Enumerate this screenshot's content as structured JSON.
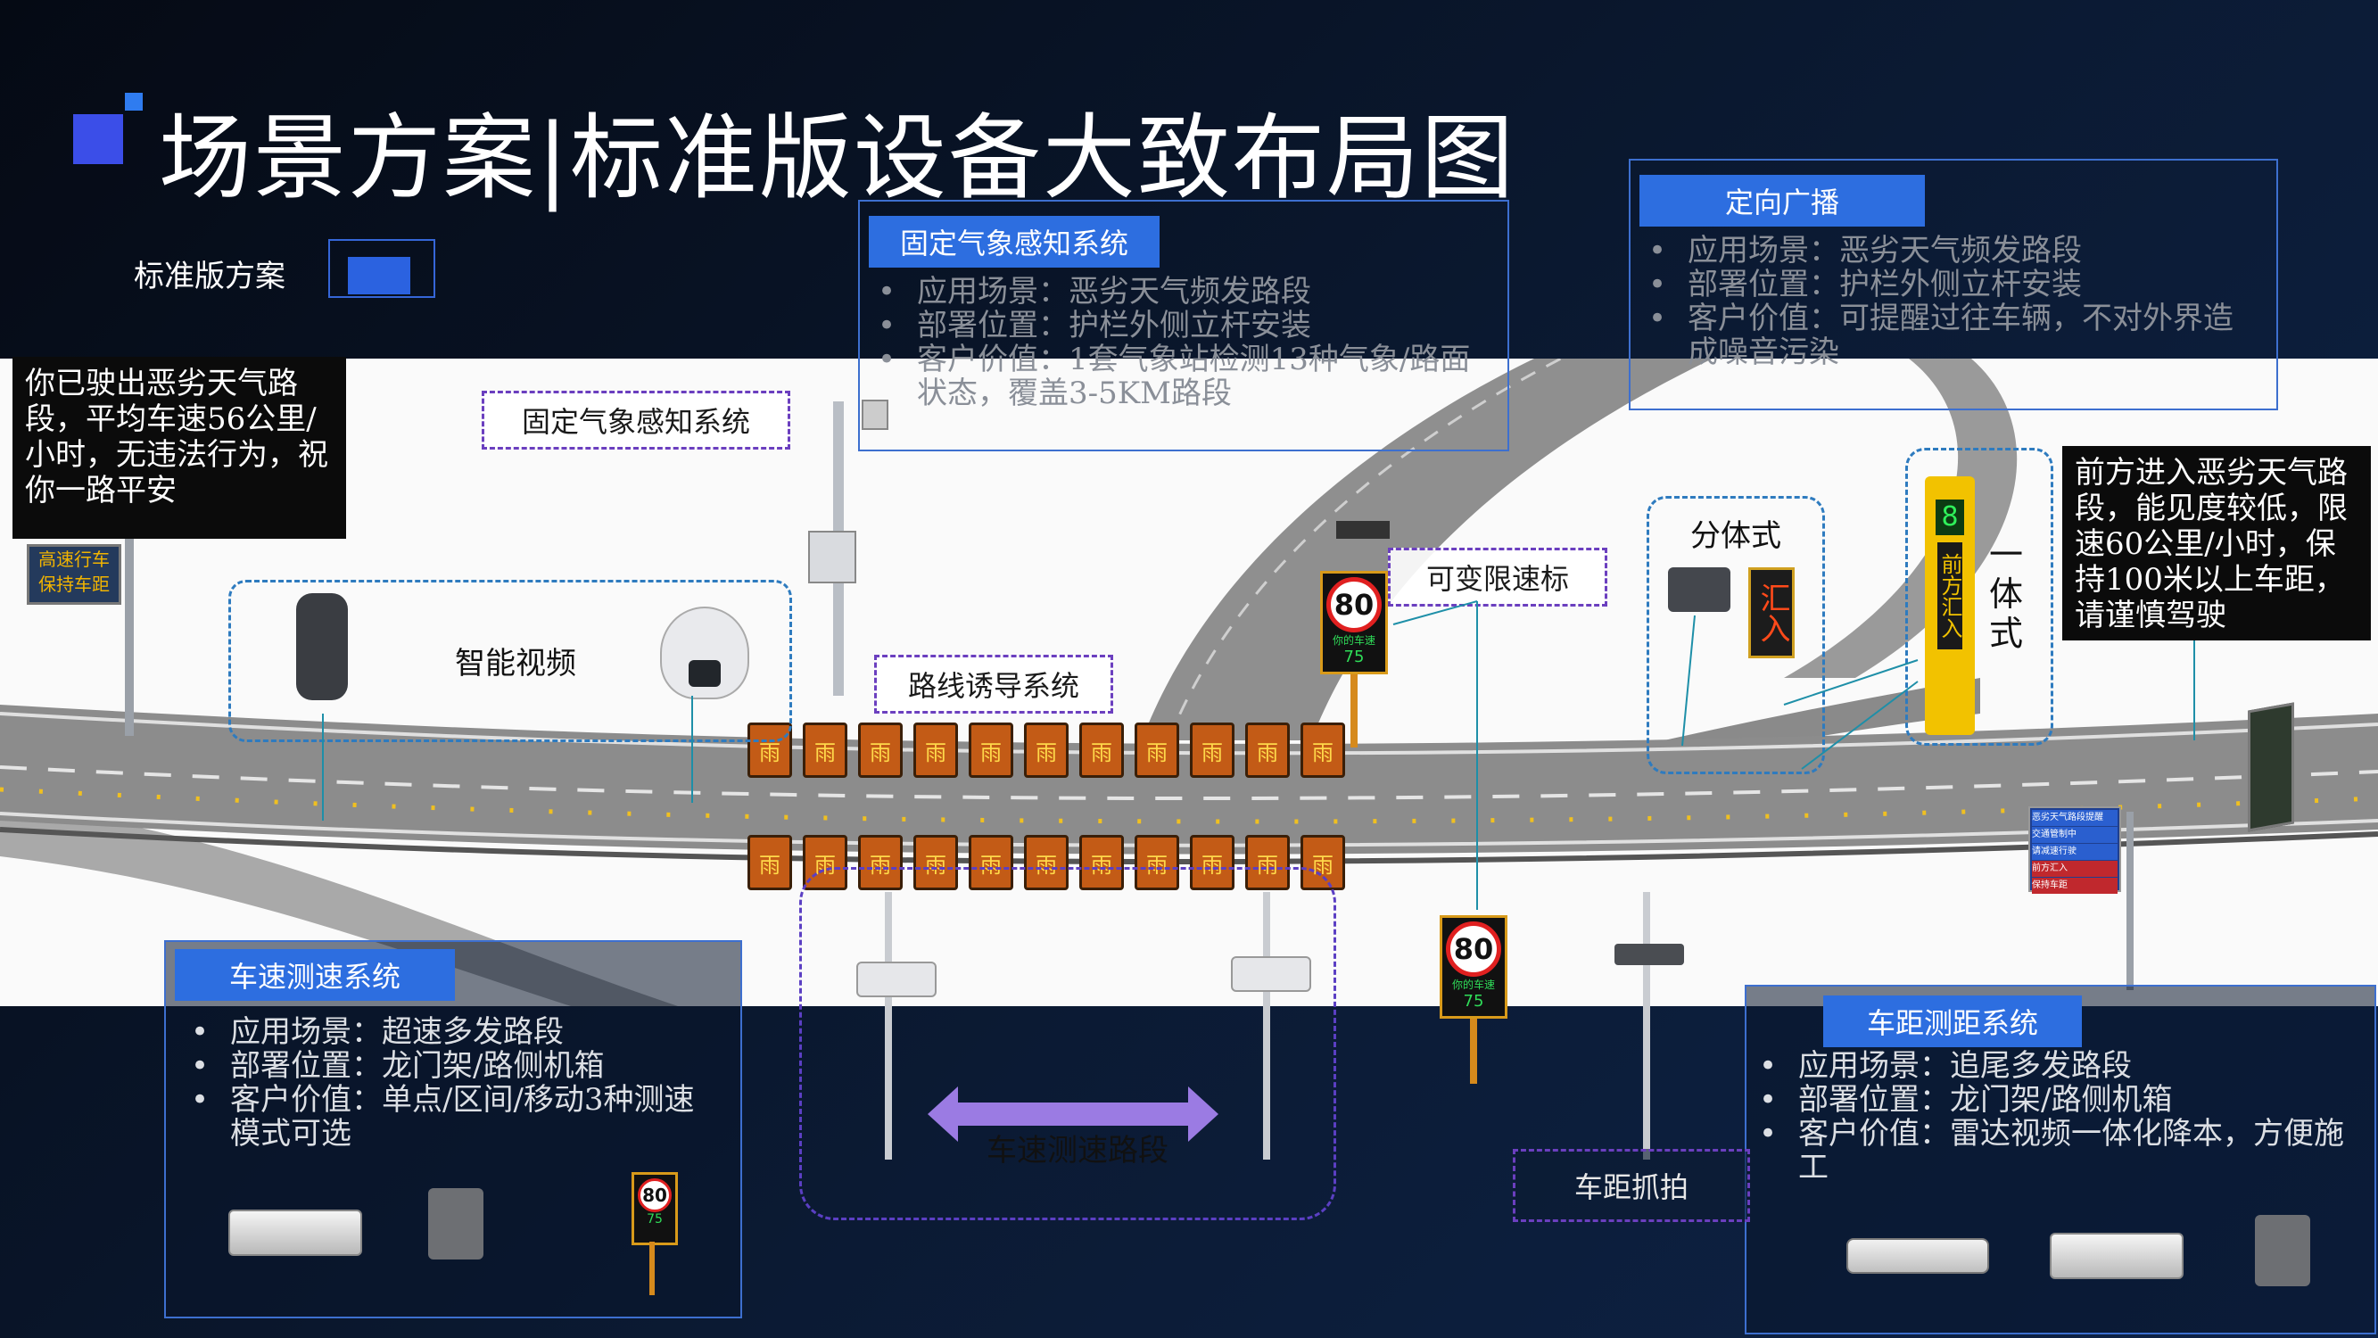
{
  "slide": {
    "title": "场景方案|标准版设备大致布局图",
    "subtab": "标准版方案"
  },
  "panels": {
    "weather": {
      "header": "固定气象感知系统",
      "items": [
        "应用场景：恶劣天气频发路段",
        "部署位置：护栏外侧立杆安装",
        "客户价值：1套气象站检测13种气象/路面状态，覆盖3-5KM路段"
      ]
    },
    "broadcast": {
      "header": "定向广播",
      "items": [
        "应用场景：恶劣天气频发路段",
        "部署位置：护栏外侧立杆安装",
        "客户价值：可提醒过往车辆，不对外界造成噪音污染"
      ]
    },
    "speed": {
      "header": "车速测速系统",
      "items": [
        "应用场景：超速多发路段",
        "部署位置：龙门架/路侧机箱",
        "客户价值：单点/区间/移动3种测速模式可选"
      ]
    },
    "distance": {
      "header": "车距测距系统",
      "items": [
        "应用场景：追尾多发路段",
        "部署位置：龙门架/路侧机箱",
        "客户价值：雷达视频一体化降本，方便施工"
      ]
    }
  },
  "callouts": {
    "left": "你已驶出恶劣天气路段，平均车速56公里/小时，无违法行为，祝你一路平安",
    "right": "前方进入恶劣天气路段，能见度较低，限速60公里/小时，保持100米以上车距，请谨慎驾驶"
  },
  "labels": {
    "weather_tag": "固定气象感知系统",
    "video_tag": "智能视频",
    "guidance_tag": "路线诱导系统",
    "variable_speed_tag": "可变限速标",
    "split_tag": "分体式",
    "integrated_tag": "一体式",
    "speed_section": "车速测速路段",
    "distance_capture": "车距抓拍"
  },
  "signs": {
    "left_sign_line1": "高速行车",
    "left_sign_line2": "保持车距",
    "limit": "80",
    "limit_caption": "你的车速",
    "your_speed": "75",
    "guidance_char": "雨",
    "split_sign": "汇入",
    "integrated_number": "8",
    "integrated_text": "前方汇入",
    "info_board": [
      "恶劣天气路段提醒",
      "交通管制中",
      "请减速行驶",
      "前方汇入",
      "保持车距"
    ]
  },
  "colors": {
    "background": "#0b1a33",
    "accent_blue": "#2d6ee0",
    "dashed_purple": "#6b3fbf",
    "dashed_blue": "#2e7bbf",
    "speed_arrow": "#9b7be3"
  }
}
